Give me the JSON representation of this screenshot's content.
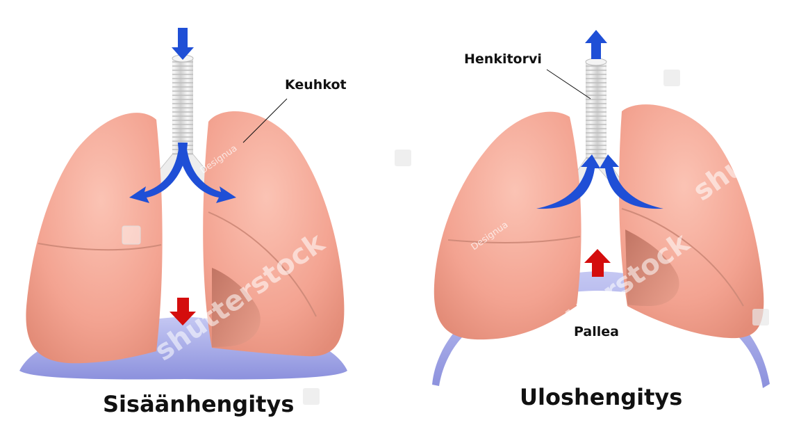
{
  "panels": {
    "inhale": {
      "caption": "Sisäänhengitys"
    },
    "exhale": {
      "caption": "Uloshengitys"
    }
  },
  "labels": {
    "lungs": "Keuhkot",
    "trachea": "Henkitorvi",
    "diaphragm": "Pallea"
  },
  "watermark": {
    "text": "shutterstock",
    "credit": "Designua"
  },
  "colors": {
    "lung": "#f2a592",
    "lung_shadow": "#d98876",
    "diaphragm": "#9ea3e6",
    "air_arrow": "#1f4fd6",
    "diaphragm_arrow": "#d40d0d",
    "trachea": "#e9e9e9"
  }
}
